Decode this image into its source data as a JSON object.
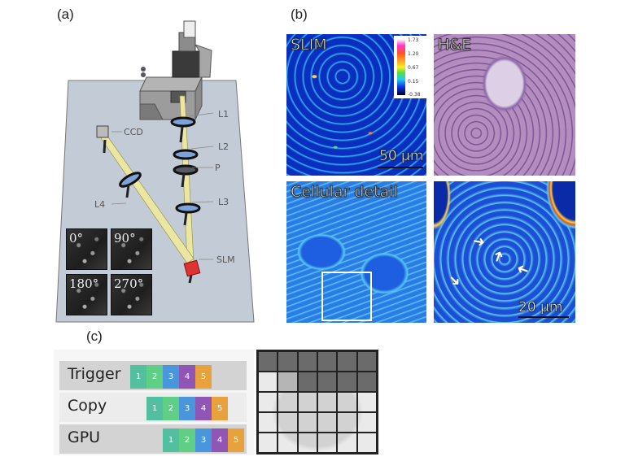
{
  "panels": {
    "a": {
      "label": "(a)",
      "optics": {
        "ccd": "CCD",
        "l1": "L1",
        "l2": "L2",
        "p": "P",
        "l3": "L3",
        "l4": "L4",
        "slm": "SLM"
      },
      "phase_frames": [
        "0°",
        "90°",
        "180°",
        "270°"
      ]
    },
    "b": {
      "label": "(b)",
      "images": [
        {
          "title": "SLIM",
          "scale": "50 μm"
        },
        {
          "title": "H&E",
          "scale": ""
        },
        {
          "title": "Cellular detail",
          "scale": ""
        },
        {
          "title": "",
          "scale": "20 μm"
        }
      ],
      "colorbar_ticks": [
        "1.73",
        "1.20",
        "0.67",
        "0.15",
        "-0.38"
      ]
    },
    "c": {
      "label": "(c)",
      "pipeline": [
        {
          "stage": "Trigger",
          "blocks": [
            "1",
            "2",
            "3",
            "4",
            "5"
          ]
        },
        {
          "stage": "Copy",
          "blocks": [
            "1",
            "2",
            "3",
            "4",
            "5"
          ]
        },
        {
          "stage": "GPU",
          "blocks": [
            "1",
            "2",
            "3",
            "4",
            "5"
          ]
        }
      ],
      "block_colors": [
        "#52bfa0",
        "#5ecf84",
        "#4a96dc",
        "#9056b6",
        "#e8a13c"
      ],
      "mosaic": {
        "rows": 5,
        "cols": 6,
        "completed_dark": 10,
        "in_progress": 1
      }
    }
  }
}
